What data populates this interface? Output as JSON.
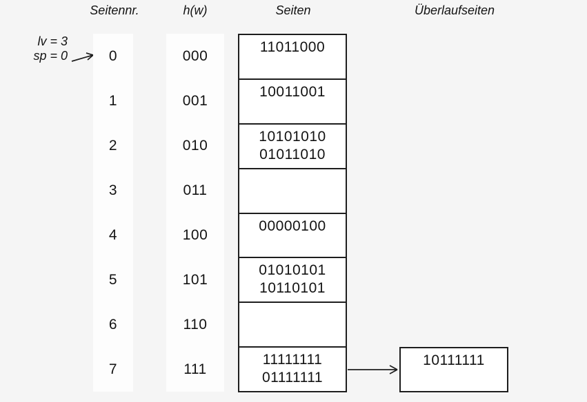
{
  "diagram": {
    "title": "linear-hashing-overview",
    "colors": {
      "background": "#f5f5f5",
      "column_strip": "#fdfdfd",
      "box_fill": "#ffffff",
      "line": "#1d1d1d",
      "text": "#131313"
    }
  },
  "headers": {
    "page_number": "Seitennr.",
    "hash_function": "h(w)",
    "pages": "Seiten",
    "overflow_pages": "Überlaufseiten"
  },
  "state": {
    "lv_label": "lv = 3",
    "sp_label": "sp = 0"
  },
  "rows": [
    {
      "nr": "0",
      "h": "000",
      "entries": [
        "11011000"
      ]
    },
    {
      "nr": "1",
      "h": "001",
      "entries": [
        "10011001"
      ]
    },
    {
      "nr": "2",
      "h": "010",
      "entries": [
        "10101010",
        "01011010"
      ]
    },
    {
      "nr": "3",
      "h": "011",
      "entries": []
    },
    {
      "nr": "4",
      "h": "100",
      "entries": [
        "00000100"
      ]
    },
    {
      "nr": "5",
      "h": "101",
      "entries": [
        "01010101",
        "10110101"
      ]
    },
    {
      "nr": "6",
      "h": "110",
      "entries": []
    },
    {
      "nr": "7",
      "h": "111",
      "entries": [
        "11111111",
        "01111111"
      ]
    }
  ],
  "overflow": {
    "attached_to_row": "7",
    "entries": [
      "10111111"
    ]
  }
}
